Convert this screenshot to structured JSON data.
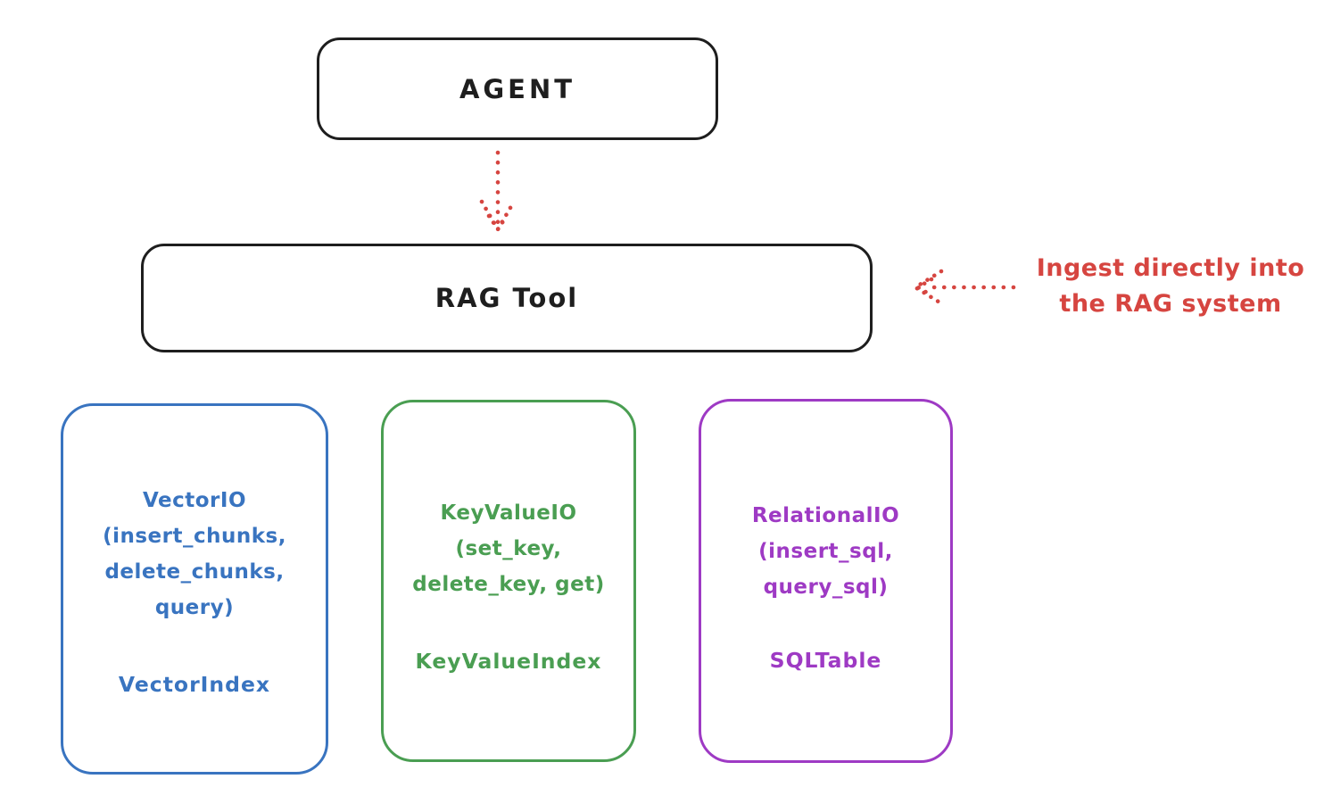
{
  "diagram": {
    "background": "#ffffff",
    "stroke_color": "#1e1e1e",
    "accent_red": "#d64540",
    "agent": {
      "label": "AGENT"
    },
    "rag_tool": {
      "label": "RAG Tool"
    },
    "annotation": {
      "line1": "Ingest directly into",
      "line2": "the RAG system"
    },
    "arrows": [
      {
        "name": "agent-to-rag-tool",
        "style": "dotted",
        "direction": "down"
      },
      {
        "name": "ingest-into-rag-tool",
        "style": "dotted",
        "direction": "left"
      }
    ],
    "boxes": [
      {
        "name": "vector-io",
        "color": "#3974c0",
        "lines": [
          "VectorIO",
          "(insert_chunks,",
          "delete_chunks,",
          "query)"
        ],
        "index": "VectorIndex"
      },
      {
        "name": "key-value-io",
        "color": "#4a9e52",
        "lines": [
          "KeyValueIO",
          "(set_key,",
          "delete_key, get)"
        ],
        "index": "KeyValueIndex"
      },
      {
        "name": "relational-io",
        "color": "#9e3ac4",
        "lines": [
          "RelationalIO",
          "(insert_sql,",
          "query_sql)"
        ],
        "index": "SQLTable"
      }
    ]
  }
}
